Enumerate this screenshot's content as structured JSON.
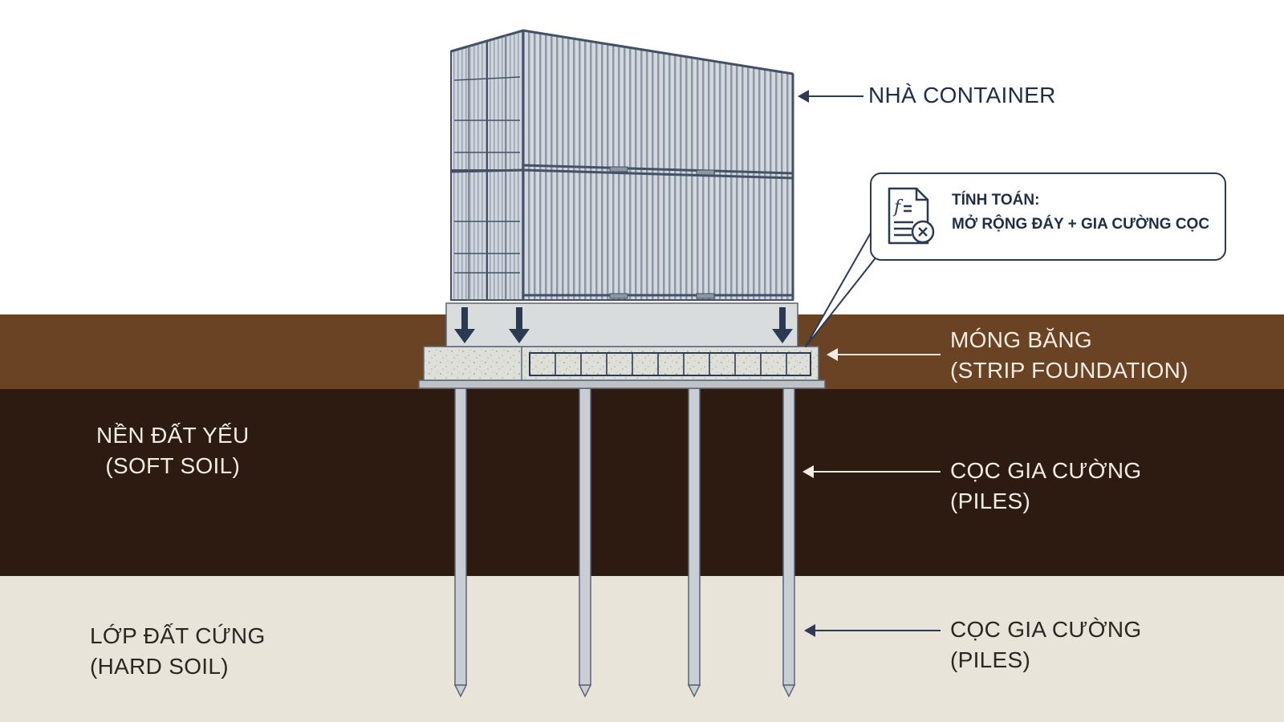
{
  "labels": {
    "container_house": "NHÀ CONTAINER",
    "callout_line1": "TÍNH TOÁN:",
    "callout_line2": "MỞ RỘNG ĐÁY + GIA CƯỜNG CỌC",
    "strip_foundation_line1": "MÓNG BĂNG",
    "strip_foundation_line2": "(STRIP FOUNDATION)",
    "piles_soft_line1": "CỌC GIA CƯỜNG",
    "piles_soft_line2": "(PILES)",
    "piles_hard_line1": "CỌC GIA CƯỜNG",
    "piles_hard_line2": "(PILES)",
    "soft_soil_line1": "NỀN ĐẤT YẾU",
    "soft_soil_line2": "(SOFT SOIL)",
    "hard_soil_line1": "LỚP ĐẤT CỨNG",
    "hard_soil_line2": "(HARD SOIL)"
  },
  "icons": {
    "callout": "formula-document-icon"
  },
  "colors": {
    "topsoil": "#6a4324",
    "soft_soil": "#2d1a10",
    "hard_soil": "#e9e4d9",
    "container_fill": "#cdd3da",
    "container_stroke": "#435066",
    "concrete": "#dcdcd6",
    "pile": "#c9ced4",
    "arrow": "#2b3a52",
    "pointer_light": "#f1ece4"
  }
}
